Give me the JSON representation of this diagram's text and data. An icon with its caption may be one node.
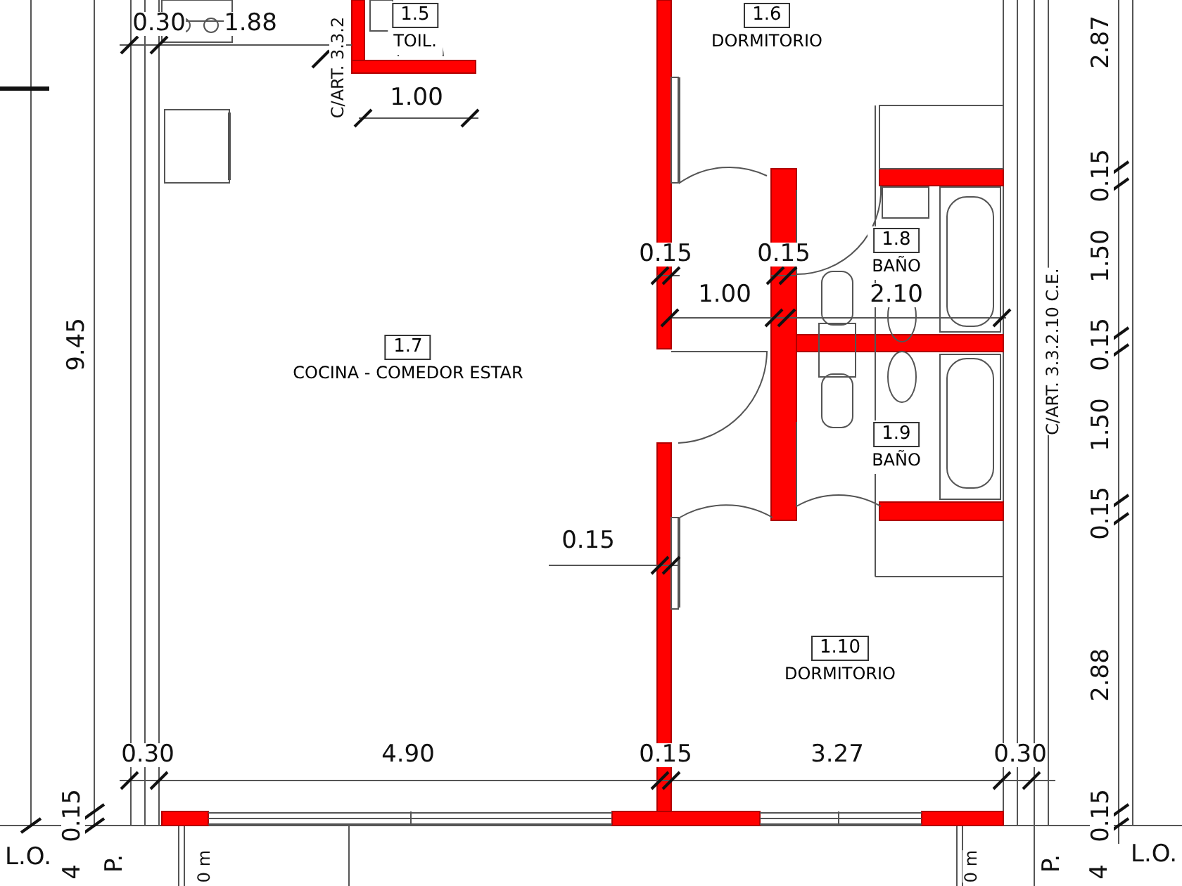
{
  "diagram": {
    "nodes": [
      {
        "text": [
          "1.5",
          "TOIL."
        ]
      },
      {
        "text": [
          "1.6",
          "DORMITORIO"
        ]
      },
      {
        "text": [
          "1.7",
          "COCINA - COMEDOR ESTAR"
        ]
      },
      {
        "text": [
          "1.8",
          "BAÑO"
        ]
      },
      {
        "text": [
          "1.9",
          "BAÑO"
        ]
      },
      {
        "text": [
          "1.10",
          "DORMITORIO"
        ]
      }
    ],
    "labels": [
      "0.30",
      "1.88",
      "C/ART. 3.3.2",
      "1.00",
      "2.87",
      "9.45",
      "0.15",
      "1.50",
      "0.15",
      "0.15",
      "1.00",
      "2.10",
      "0.15",
      "C/ART. 3.3.2.10 C.E.",
      "1.50",
      "0.15",
      "0.15",
      "2.88",
      "0.30",
      "4.90",
      "0.15",
      "3.27",
      "0.30",
      "0.15",
      "0.15",
      "L.O.",
      "4",
      "P.",
      "0 m",
      "0 m",
      "P.",
      "4",
      "L.O."
    ]
  }
}
